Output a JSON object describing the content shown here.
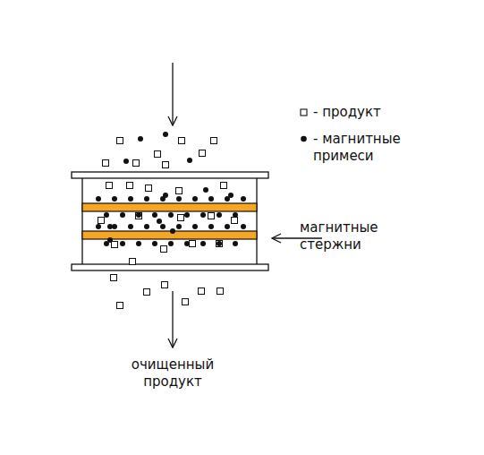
{
  "diagram": {
    "labels": [
      "магнитные стержни",
      "очищенный продукт"
    ],
    "legend": [
      {
        "text": "- продукт"
      },
      {
        "text": "- магнитные примеси"
      }
    ]
  }
}
